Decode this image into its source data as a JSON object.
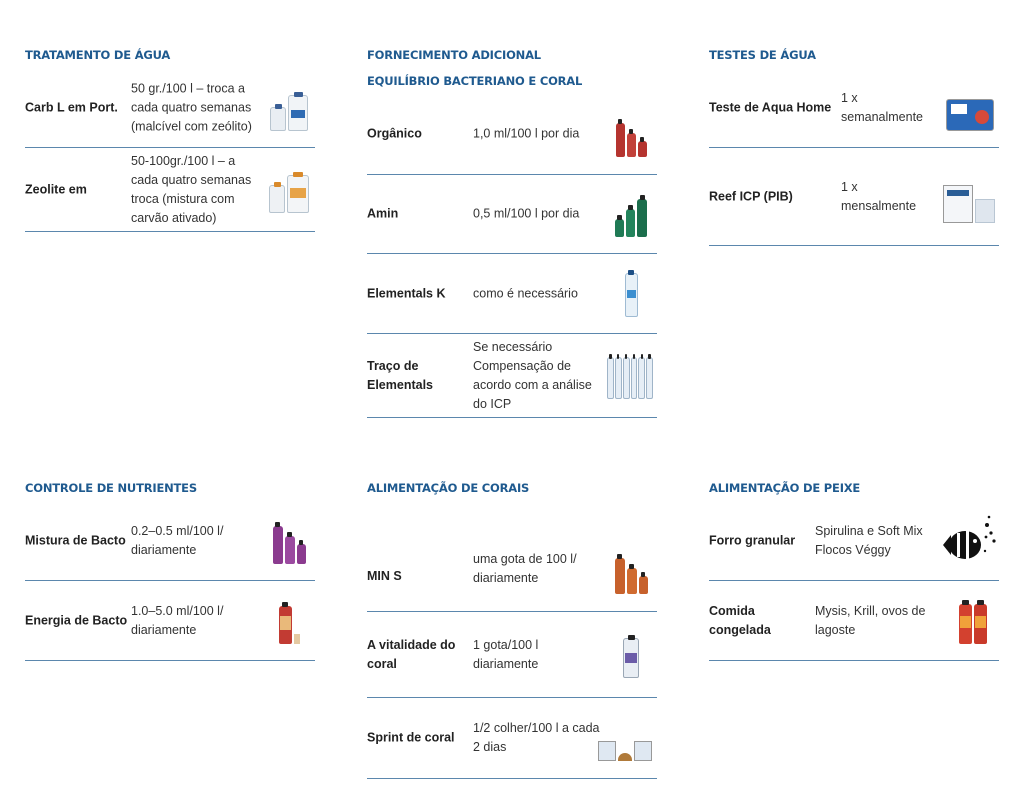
{
  "sections": {
    "tratamento": {
      "title": "TRATAMENTO DE ÁGUA",
      "rows": [
        {
          "name": "Carb L em Port.",
          "desc": "50 gr./100 l – troca a cada quatro semanas (malcível com zeólito)"
        },
        {
          "name": "Zeolite em",
          "desc": "50-100gr./100 l – a cada quatro semanas troca (mistura com carvão ativado)"
        }
      ]
    },
    "fornecimento": {
      "title": "FORNECIMENTO ADICIONAL",
      "subtitle": "EQUILÍBRIO BACTERIANO E CORAL",
      "rows": [
        {
          "name": "Orgânico",
          "desc": "1,0 ml/100 l por dia"
        },
        {
          "name": "Amin",
          "desc": "0,5 ml/100 l por dia"
        },
        {
          "name": "Elementals K",
          "desc": "como é necessário"
        },
        {
          "name": "Traço de Elementals",
          "desc": "Se necessário Compensação de acordo com a análise do ICP"
        }
      ]
    },
    "testes": {
      "title": "TESTES DE ÁGUA",
      "rows": [
        {
          "name": "Teste de Aqua Home",
          "desc": "1 x semanalmente"
        },
        {
          "name": "Reef ICP (PIB)",
          "desc": "1 x mensalmente"
        }
      ]
    },
    "controle": {
      "title": "CONTROLE DE NUTRIENTES",
      "rows": [
        {
          "name": "Mistura de Bacto",
          "desc": "0.2–0.5 ml/100 l/ diariamente"
        },
        {
          "name": "Energia de Bacto",
          "desc": "1.0–5.0 ml/100 l/ diariamente"
        }
      ]
    },
    "corais": {
      "title": "ALIMENTAÇÃO DE CORAIS",
      "rows": [
        {
          "name": "MIN S",
          "desc": "uma gota de 100 l/ diariamente"
        },
        {
          "name": "A vitalidade do coral",
          "desc": "1 gota/100 l diariamente"
        },
        {
          "name": "Sprint de coral",
          "desc": "1/2 colher/100 l a cada 2 dias"
        }
      ]
    },
    "peixe": {
      "title": "ALIMENTAÇÃO DE PEIXE",
      "rows": [
        {
          "name": "Forro granular",
          "desc": "Spirulina e Soft Mix Flocos Véggy"
        },
        {
          "name": "Comida congelada",
          "desc": "Mysis, Krill, ovos de lagoste"
        }
      ]
    }
  }
}
